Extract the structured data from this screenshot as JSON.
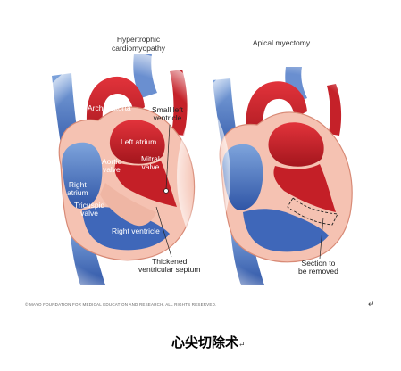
{
  "panels": {
    "left_title": "Hypertrophic\ncardiomyopathy",
    "right_title": "Apical myectomy"
  },
  "labels": {
    "arch_of_aorta": "Arch of aorta",
    "small_left_ventricle_1": "Small left",
    "small_left_ventricle_2": "ventricle",
    "left_atrium": "Left atrium",
    "aortic_valve_1": "Aortic",
    "aortic_valve_2": "valve",
    "mitral_valve_1": "Mitral",
    "mitral_valve_2": "valve",
    "right_atrium_1": "Right",
    "right_atrium_2": "atrium",
    "tricuspid_valve_1": "Tricuspid",
    "tricuspid_valve_2": "valve",
    "right_ventricle": "Right ventricle",
    "thickened_septum_1": "Thickened",
    "thickened_septum_2": "ventricular septum",
    "section_removed_1": "Section to",
    "section_removed_2": "be removed"
  },
  "footer": {
    "copyright": "© MAYO FOUNDATION FOR MEDICAL EDUCATION AND RESEARCH. ALL RIGHTS RESERVED.",
    "return_mark": "↵",
    "caption": "心尖切除术",
    "caption_mark": "↵"
  },
  "colors": {
    "blood_red": "#c8202a",
    "dark_red": "#8e1218",
    "blue": "#3d66b8",
    "light_blue": "#8fb0e0",
    "muscle_pink": "#f6c7b8",
    "muscle_edge": "#d98a78"
  }
}
